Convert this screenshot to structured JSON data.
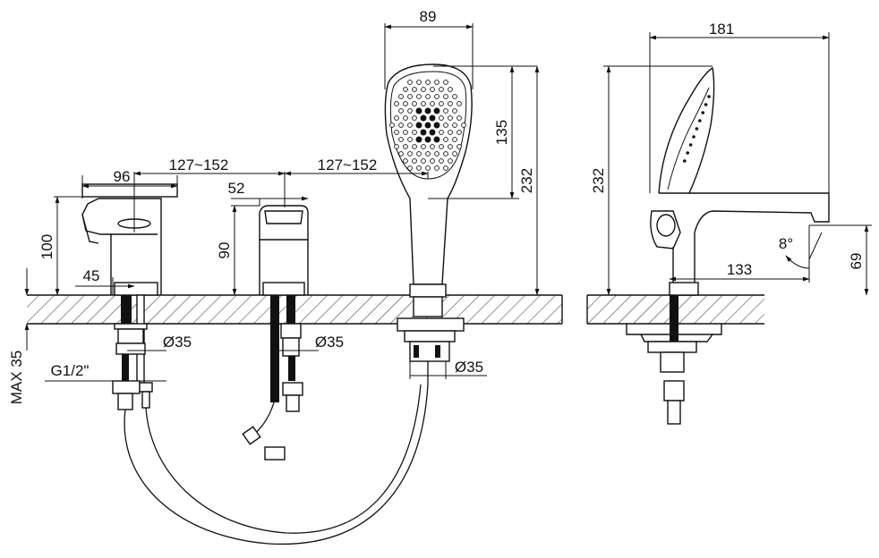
{
  "dimensions": {
    "mixer_width": "96",
    "spacing_left": "127~152",
    "spacing_right": "127~152",
    "spout_width": "52",
    "handshower_width": "89",
    "side_depth": "181",
    "mixer_height": "100",
    "spout_height": "90",
    "handshower_head_height": "135",
    "handshower_total_height": "232",
    "side_total_height": "232",
    "inlet_offset": "45",
    "hole_mixer": "Ø35",
    "hole_spout": "Ø35",
    "hole_handshower": "Ø35",
    "deck_thickness": "MAX 35",
    "thread": "G1/2\"",
    "reach": "133",
    "outlet_height": "69",
    "spout_angle": "8°"
  },
  "colors": {
    "line": "#111111",
    "background": "#ffffff"
  }
}
